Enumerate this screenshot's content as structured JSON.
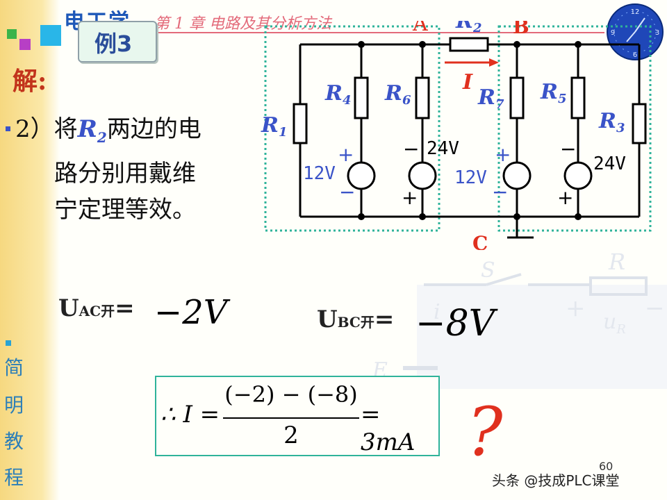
{
  "header": {
    "course_title": "电工学",
    "chapter_title": "第 1 章  电路及其分析方法"
  },
  "example_tab": "例3",
  "solution_label": "解:",
  "step": {
    "text_1": "2）将",
    "r2_main": "R",
    "r2_sub": "2",
    "text_2": "两边的电",
    "text_3": "路分别用戴维",
    "text_4": "宁定理等效。"
  },
  "circuit": {
    "node_a": "A",
    "node_b": "B",
    "node_c": "C",
    "current": "I",
    "resistors": [
      {
        "main": "R",
        "sub": "2"
      },
      {
        "main": "R",
        "sub": "1"
      },
      {
        "main": "R",
        "sub": "4"
      },
      {
        "main": "R",
        "sub": "6"
      },
      {
        "main": "R",
        "sub": "7"
      },
      {
        "main": "R",
        "sub": "5"
      },
      {
        "main": "R",
        "sub": "3"
      }
    ],
    "sources": [
      {
        "voltage": "12V",
        "top_sign": "+",
        "bottom_sign": "−"
      },
      {
        "voltage": "24V",
        "top_sign": "−",
        "bottom_sign": "+"
      },
      {
        "voltage": "12V",
        "top_sign": "+",
        "bottom_sign": "−"
      },
      {
        "voltage": "24V",
        "top_sign": "−",
        "bottom_sign": "+"
      }
    ]
  },
  "eq1": {
    "label_main": "U",
    "label_sub": "AC开",
    "equals": "=",
    "value": "−2V"
  },
  "eq2": {
    "label_main": "U",
    "label_sub": "BC开",
    "equals": "=",
    "value": "−8V"
  },
  "result": {
    "prefix": "∴ I =",
    "numerator": "(−2) − (−8)",
    "denominator": "2",
    "suffix": "= 3mA"
  },
  "question_mark": "?",
  "sidebar_vertical": [
    "简",
    "明",
    "教",
    "程"
  ],
  "clock_numbers": [
    "12",
    "3",
    "6",
    "9"
  ],
  "page_number": "60",
  "watermark_credit": "头条 @技成PLC课堂",
  "background_circuit": {
    "s": "S",
    "r": "R",
    "i": "i",
    "e": "E",
    "ur_main": "u",
    "ur_sub": "R",
    "plus": "+",
    "minus": "−"
  },
  "colors": {
    "accent_blue": "#3a53c8",
    "accent_red": "#e0301e",
    "dotted_box": "#2fb39a",
    "header_blue": "#2d7fb8"
  }
}
